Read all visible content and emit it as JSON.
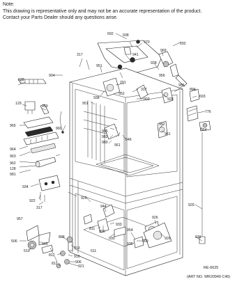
{
  "note": {
    "heading": "Note:",
    "line1": "This drawing is representative only and may not be an accurate representation of the product.",
    "line2": "Contact your Parts Dealer should any questions arise."
  },
  "footer": {
    "ref": "RE-6625",
    "art": "(ART NO. WR20949 C46)"
  },
  "callouts": [
    "692",
    "938",
    "970",
    "692",
    "941",
    "969",
    "317",
    "938",
    "951",
    "956",
    "904",
    "291",
    "952",
    "317",
    "955",
    "804",
    "693",
    "128",
    "938",
    "902",
    "129",
    "959",
    "951",
    "928",
    "776",
    "960",
    "905",
    "982",
    "980",
    "951",
    "946",
    "952",
    "961",
    "965",
    "964",
    "963",
    "962",
    "128",
    "981",
    "934",
    "954",
    "922",
    "317",
    "925",
    "929",
    "926",
    "944",
    "933",
    "935",
    "930",
    "811",
    "954",
    "926",
    "935",
    "506",
    "965",
    "909",
    "808",
    "913",
    "812",
    "910",
    "906",
    "812",
    "921",
    "510",
    "931",
    "957",
    "611"
  ]
}
